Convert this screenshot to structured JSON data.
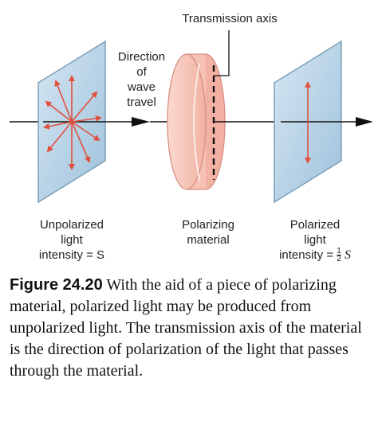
{
  "labels": {
    "transmission_axis": "Transmission axis",
    "direction": [
      "Direction",
      "of",
      "wave",
      "travel"
    ],
    "unpolarized": [
      "Unpolarized",
      "light",
      "intensity = S"
    ],
    "material": [
      "Polarizing",
      "material"
    ],
    "polarized": [
      "Polarized",
      "light"
    ],
    "polarized_intensity_prefix": "intensity =",
    "fraction_num": "1",
    "fraction_den": "2",
    "polarized_intensity_var": "S"
  },
  "caption": {
    "figure_number": "Figure 24.20",
    "text": "With the aid of a piece of polarizing material, polarized light may be produced from unpolarized light. The transmission axis of the material is the direction of polarization of the light that passes through the material."
  },
  "colors": {
    "filter_fill": "#b6d2e6",
    "filter_edge": "#7d9fb8",
    "polarizer_fill": "#f6c2b6",
    "polarizer_edge": "#d88f82",
    "arrow_red": "#e0503e",
    "line": "#111111"
  }
}
